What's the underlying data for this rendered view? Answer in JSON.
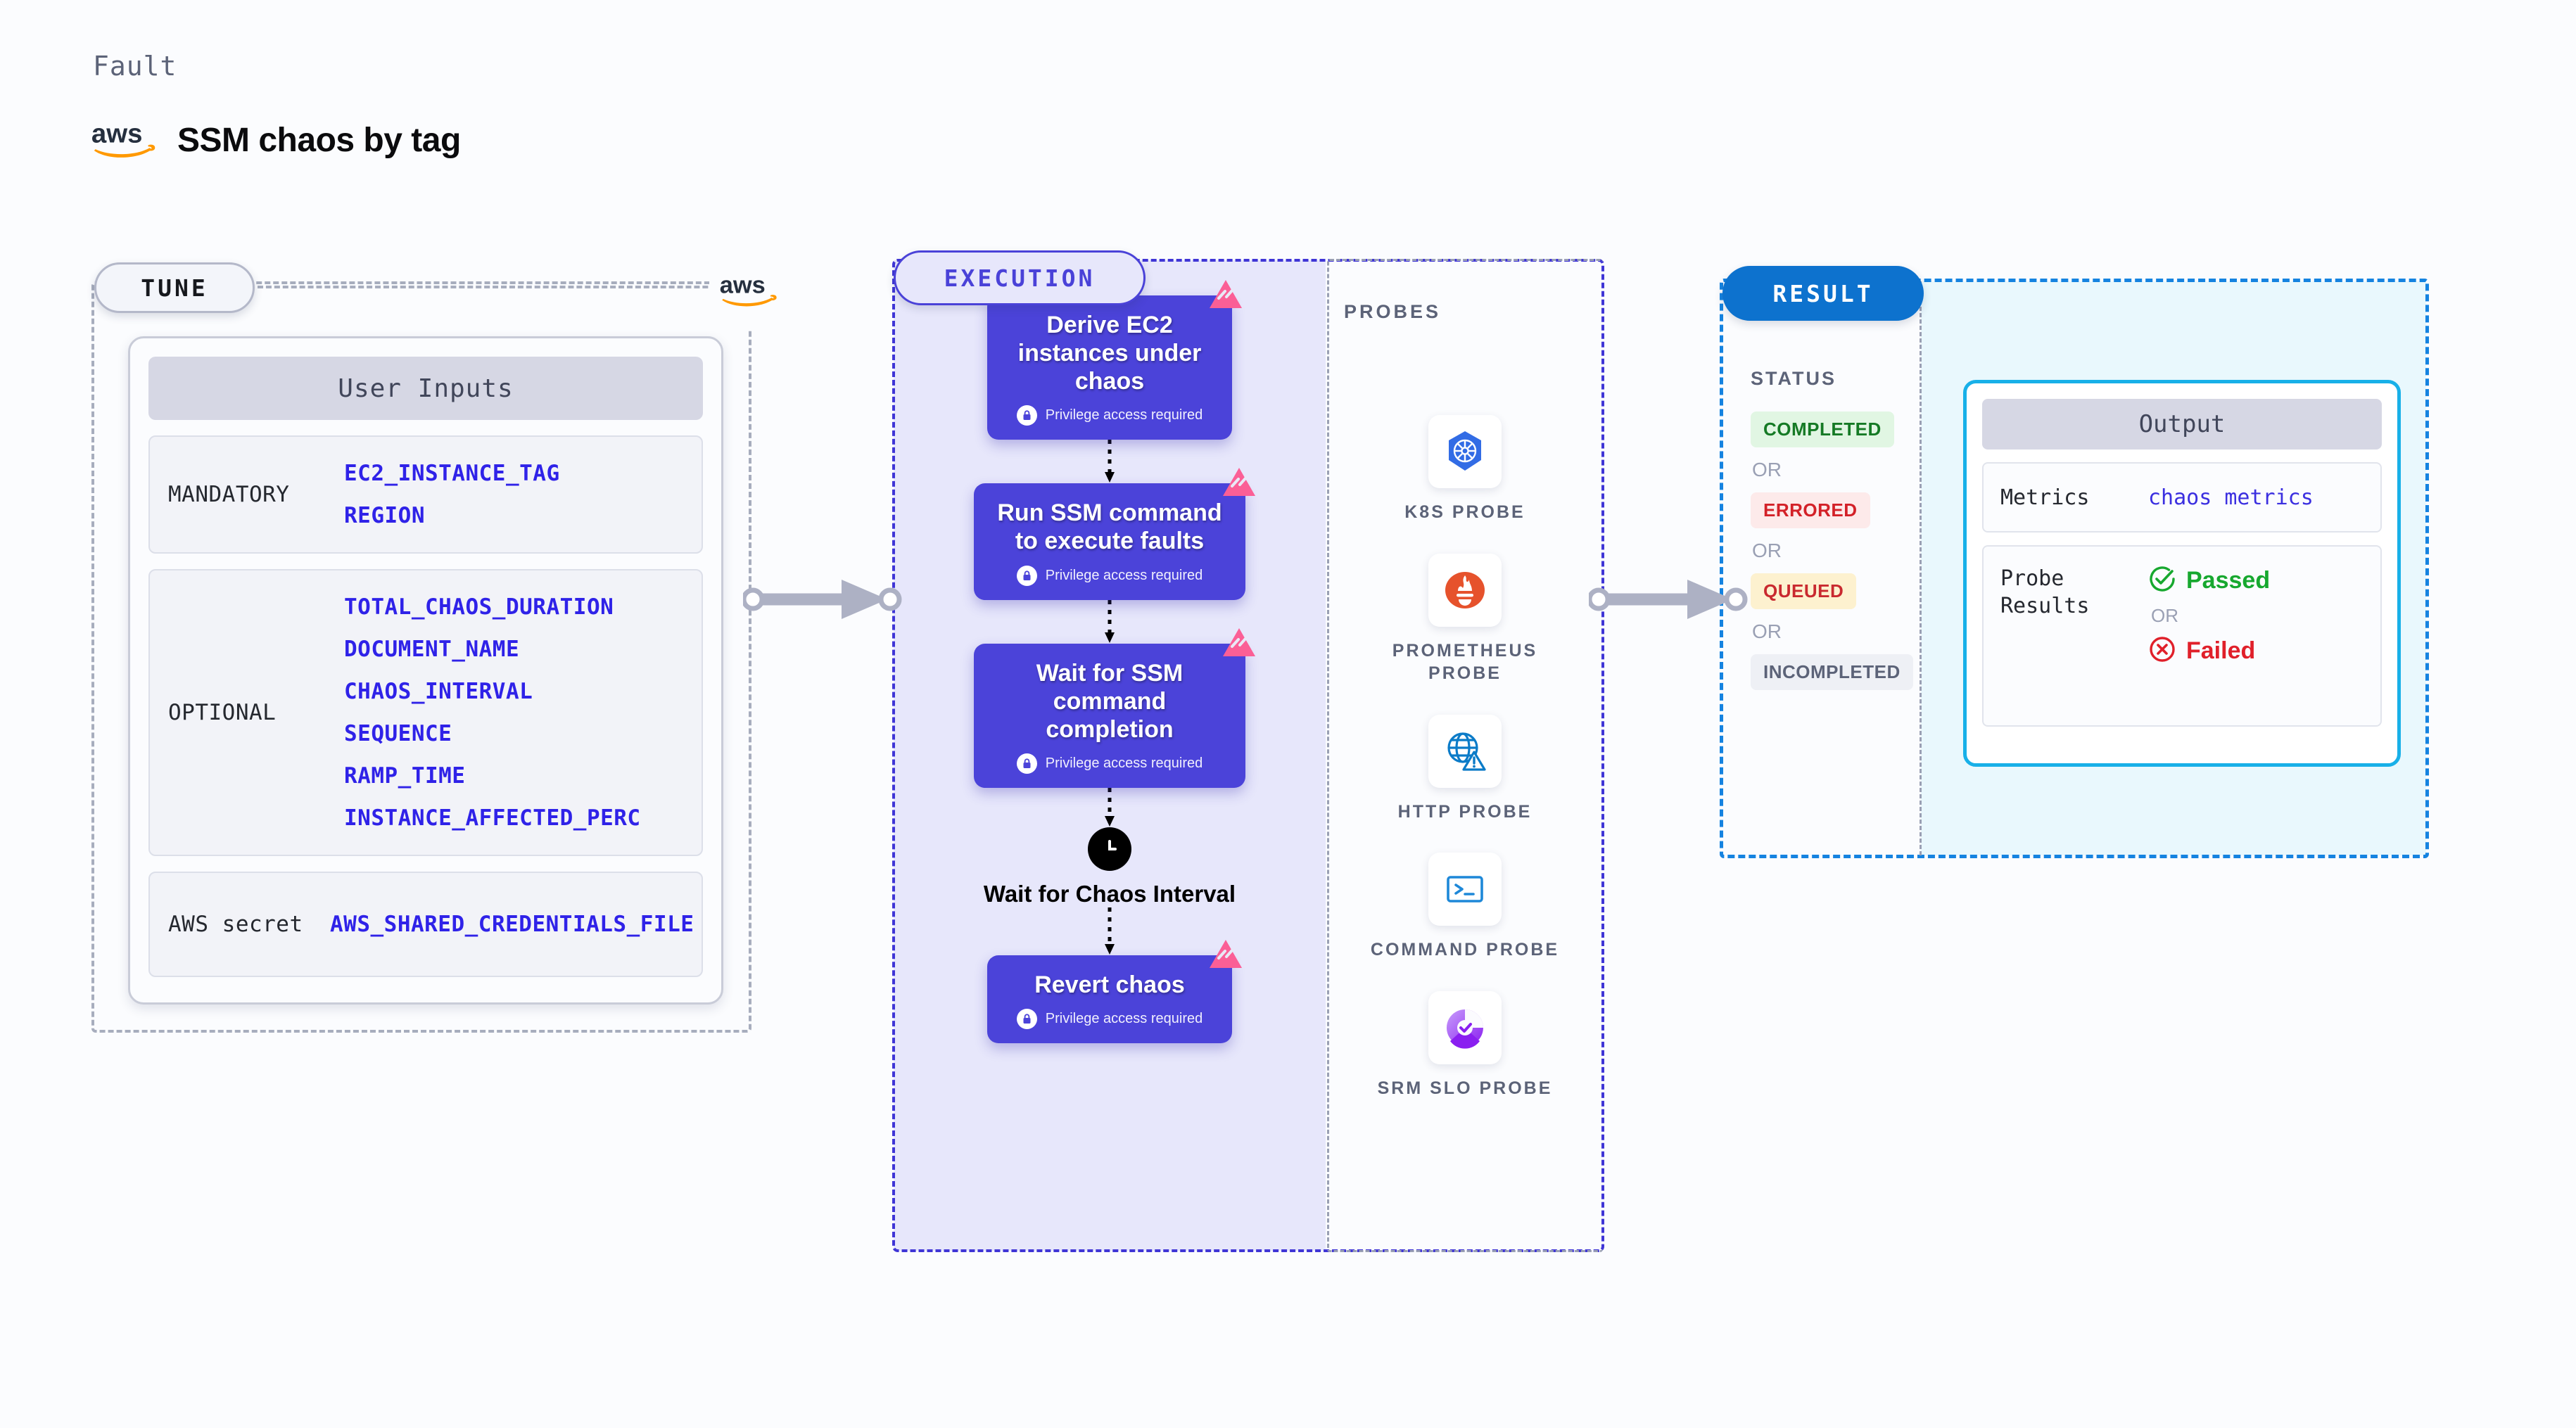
{
  "header": {
    "kicker": "Fault",
    "title": "SSM chaos by tag",
    "logo_icon": "aws-logo"
  },
  "tune": {
    "pill_label": "TUNE",
    "card_title": "User Inputs",
    "aws_icon": "aws-logo",
    "groups": [
      {
        "key": "MANDATORY",
        "values": [
          "EC2_INSTANCE_TAG",
          "REGION"
        ]
      },
      {
        "key": "OPTIONAL",
        "values": [
          "TOTAL_CHAOS_DURATION",
          "DOCUMENT_NAME",
          "CHAOS_INTERVAL",
          "SEQUENCE",
          "RAMP_TIME",
          "INSTANCE_AFFECTED_PERC"
        ]
      },
      {
        "key": "AWS secret",
        "values": [
          "AWS_SHARED_CREDENTIALS_FILE"
        ]
      }
    ]
  },
  "execution": {
    "pill_label": "EXECUTION",
    "privilege_text": "Privilege access required",
    "lock_icon": "lock-icon",
    "chaos_icon": "chaos-badge-icon",
    "clock_icon": "clock-icon",
    "nodes": [
      {
        "title": "Derive EC2 instances under chaos",
        "privileged": true
      },
      {
        "title": "Run SSM command to execute faults",
        "privileged": true
      },
      {
        "title": "Wait for SSM command completion",
        "privileged": true
      }
    ],
    "wait_node": {
      "title": "Wait for Chaos Interval"
    },
    "final_node": {
      "title": "Revert chaos",
      "privileged": true
    }
  },
  "probes": {
    "section_label": "PROBES",
    "items": [
      {
        "label": "K8S PROBE",
        "icon": "kubernetes-icon"
      },
      {
        "label": "PROMETHEUS PROBE",
        "icon": "prometheus-icon"
      },
      {
        "label": "HTTP PROBE",
        "icon": "http-globe-icon"
      },
      {
        "label": "COMMAND PROBE",
        "icon": "terminal-icon"
      },
      {
        "label": "SRM SLO PROBE",
        "icon": "srm-slo-icon"
      }
    ]
  },
  "result": {
    "pill_label": "RESULT",
    "status_label": "STATUS",
    "or_label": "OR",
    "statuses": [
      {
        "label": "COMPLETED",
        "color": "#157a25",
        "bg": "#e1f6e3"
      },
      {
        "label": "ERRORED",
        "color": "#d32128",
        "bg": "#fdeaea"
      },
      {
        "label": "QUEUED",
        "color": "#c9292f",
        "bg": "#fdf1cf"
      },
      {
        "label": "INCOMPLETED",
        "color": "#5c6378",
        "bg": "#eef0f5"
      }
    ],
    "output": {
      "title": "Output",
      "metrics_key": "Metrics",
      "metrics_value": "chaos metrics",
      "probe_results_key": "Probe Results",
      "passed_label": "Passed",
      "failed_label": "Failed",
      "or_label": "OR",
      "passed_icon": "check-circle-icon",
      "failed_icon": "x-circle-icon"
    }
  },
  "colors": {
    "execution_node": "#4b43d9",
    "execution_bg": "#e7e7fb",
    "result_accent": "#18b0e8",
    "result_pill": "#0d72ce",
    "param_value": "#2f22e8",
    "chaos_badge": "#fb5f96",
    "aws_orange": "#f90"
  }
}
